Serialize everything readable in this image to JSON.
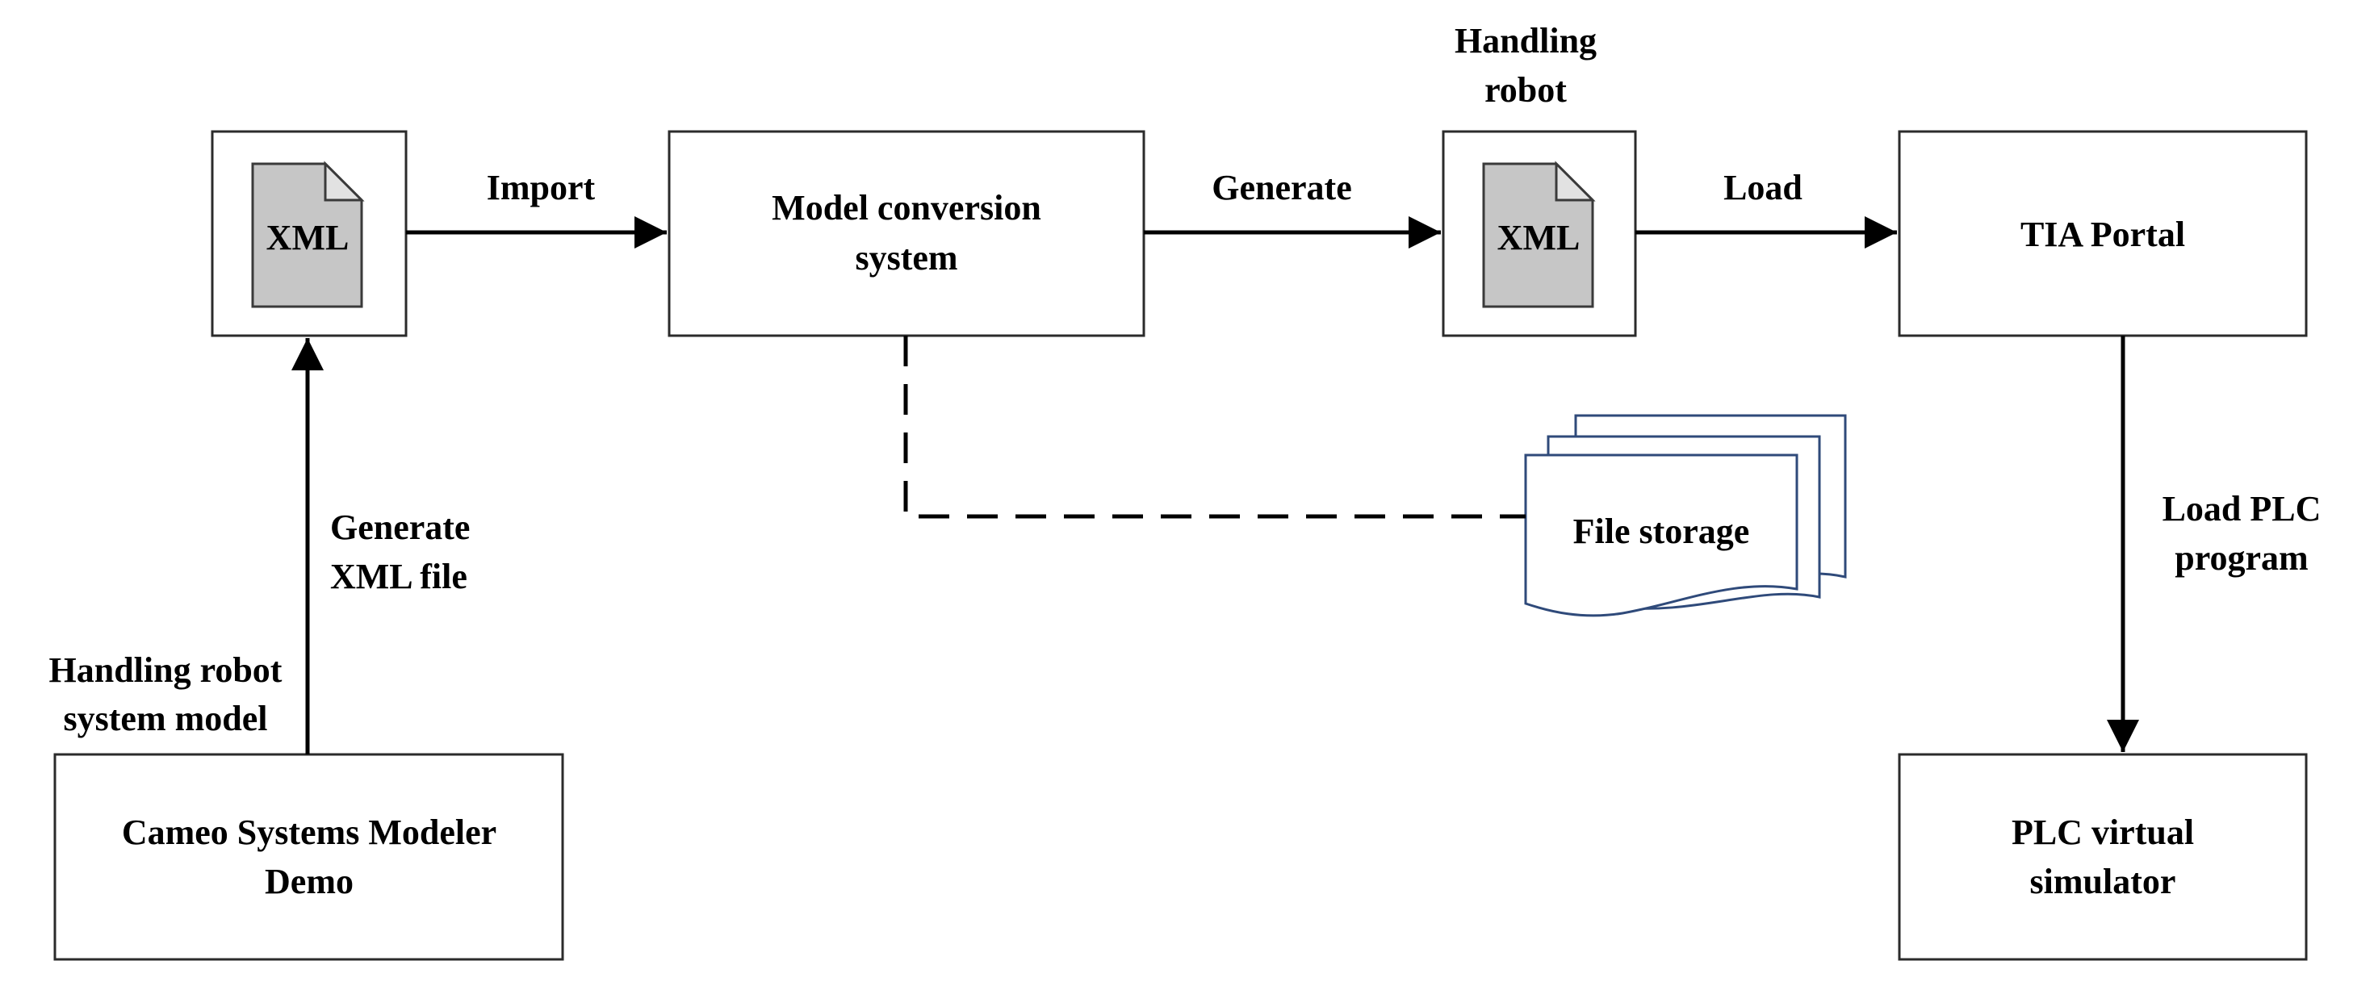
{
  "nodes": {
    "xml_source": {
      "label": "XML"
    },
    "model_conversion": {
      "line1": "Model conversion",
      "line2": "system"
    },
    "xml_robot": {
      "title_line1": "Handling",
      "title_line2": "robot",
      "label": "XML"
    },
    "tia_portal": {
      "label": "TIA Portal"
    },
    "file_storage": {
      "label": "File storage"
    },
    "cameo": {
      "line1": "Cameo Systems Modeler",
      "line2": "Demo"
    },
    "plc_simulator": {
      "line1": "PLC virtual",
      "line2": "simulator"
    }
  },
  "edges": {
    "import": {
      "label": "Import"
    },
    "generate": {
      "label": "Generate"
    },
    "load": {
      "label": "Load"
    },
    "generate_xml": {
      "line1": "Generate",
      "line2": "XML file"
    },
    "source_model": {
      "line1": "Handling robot",
      "line2": "system model"
    },
    "load_plc": {
      "line1": "Load PLC",
      "line2": "program"
    }
  },
  "colors": {
    "document_fill": "#c6c6c6",
    "storage_outline": "#2f4a7a",
    "line": "#000000"
  }
}
